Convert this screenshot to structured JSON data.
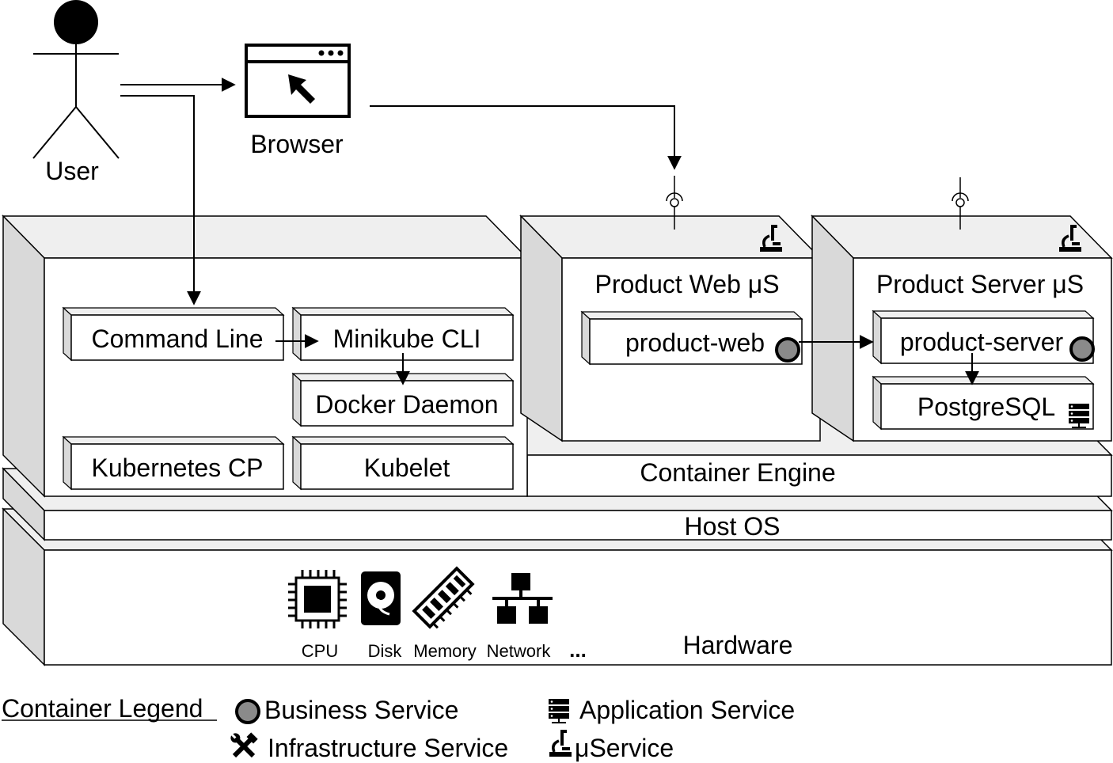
{
  "actors": {
    "user": {
      "label": "User"
    },
    "browser": {
      "label": "Browser"
    }
  },
  "layers": {
    "hardware": {
      "label": "Hardware"
    },
    "host_os": {
      "label": "Host OS"
    },
    "container_engine": {
      "label": "Container Engine"
    }
  },
  "hardware_items": [
    {
      "label": "CPU",
      "icon": "cpu-icon"
    },
    {
      "label": "Disk",
      "icon": "disk-icon"
    },
    {
      "label": "Memory",
      "icon": "memory-icon"
    },
    {
      "label": "Network",
      "icon": "network-icon"
    },
    {
      "label": "...",
      "icon": ""
    }
  ],
  "host_components": {
    "command_line": "Command Line",
    "minikube_cli": "Minikube CLI",
    "docker_daemon": "Docker Daemon",
    "kubernetes_cp": "Kubernetes CP",
    "kubelet": "Kubelet"
  },
  "containers": {
    "product_web": {
      "title": "Product Web μS",
      "component": "product-web"
    },
    "product_server": {
      "title": "Product Server μS",
      "component": "product-server",
      "database": "PostgreSQL"
    }
  },
  "legend": {
    "title": "Container Legend",
    "business_service": "Business Service",
    "application_service": "Application Service",
    "infrastructure_service": "Infrastructure Service",
    "micro_service": "μService"
  },
  "colors": {
    "side_face": "#d9d9d9",
    "top_face": "#efefef",
    "front_face": "#ffffff",
    "business_service": "#8a8a8a",
    "stroke": "#000000"
  }
}
